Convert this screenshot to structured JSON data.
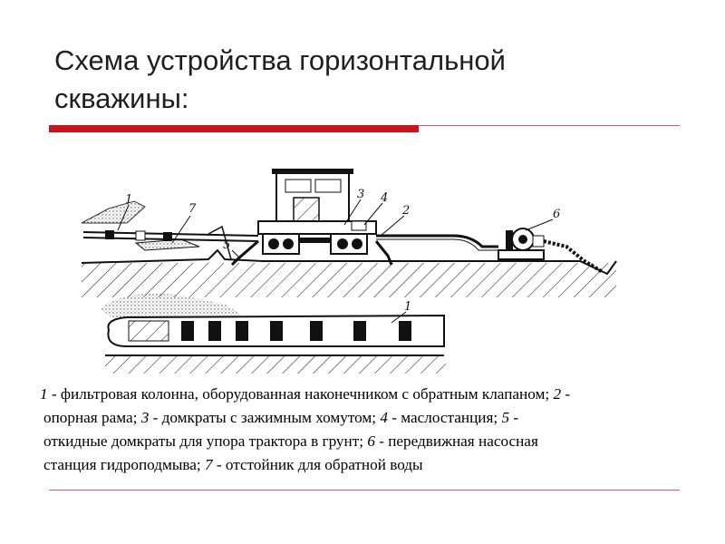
{
  "slide": {
    "title_line1": "Схема устройства горизонтальной",
    "title_line2": "скважины:"
  },
  "diagram": {
    "labels": [
      "1",
      "7",
      "5",
      "3",
      "4",
      "2",
      "6",
      "1"
    ]
  },
  "caption": {
    "n1": "1",
    "t1": " - фильтровая колонна, оборудованная наконечником с обратным клапаном; ",
    "n2": "2",
    "t2a": " -",
    "t2b": "опорная рама; ",
    "n3": "3",
    "t3": " - домкраты с зажимным хомутом; ",
    "n4": "4",
    "t4": " - маслостанция; ",
    "n5": "5",
    "t5a": " -",
    "t5b": "откидные домкраты для упора трактора в грунт; ",
    "n6": "6",
    "t6": " - передвижная насосная",
    "t6b": "станция гидроподмыва; ",
    "n7": "7",
    "t7": " - отстойник для обратной воды"
  },
  "colors": {
    "accent_red": "#c8141e",
    "ink": "#1a1a1a"
  }
}
